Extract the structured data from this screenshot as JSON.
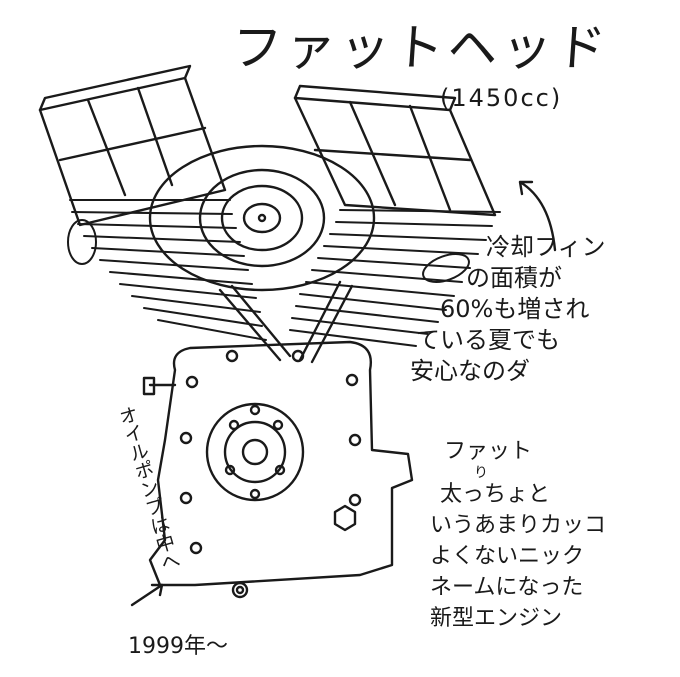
{
  "title": "ファットヘッド",
  "displacement": "(1450cc)",
  "fin_note": [
    "冷却フィン",
    "の面積が",
    "60%も増され",
    "ている夏でも",
    "安心なのダ"
  ],
  "nickname_note": [
    "ファット",
    "り",
    "太っちょと",
    "いうあまりカッコ",
    "よくないニック",
    "ネームになった",
    "新型エンジン"
  ],
  "oil_pump_note": "オイルポンプは中へ",
  "year": "1999年〜",
  "colors": {
    "ink": "#1a1a1a",
    "paper": "#ffffff"
  }
}
